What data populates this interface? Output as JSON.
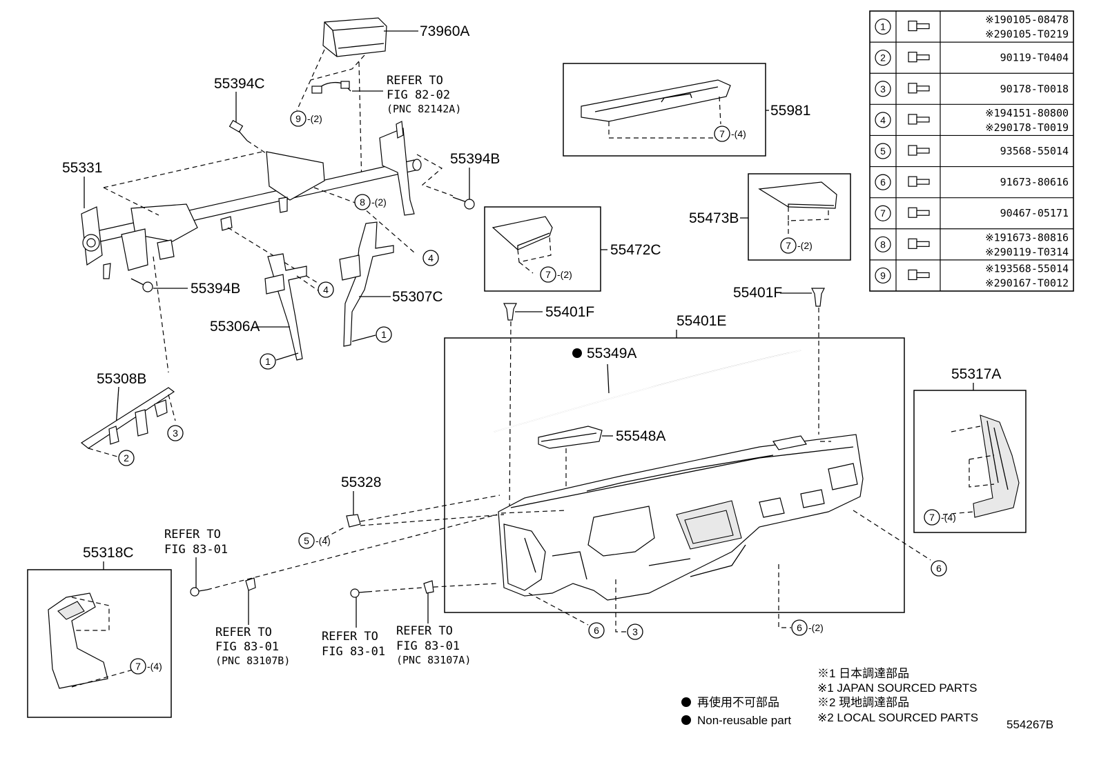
{
  "diagram_id": "554267B",
  "part_labels": {
    "p73960A": "73960A",
    "p55394C": "55394C",
    "p55331": "55331",
    "p55394B_top": "55394B",
    "p55394B_left": "55394B",
    "p55307C": "55307C",
    "p55306A": "55306A",
    "p55308B": "55308B",
    "p55981": "55981",
    "p55473B": "55473B",
    "p55472C": "55472C",
    "p55401F_left": "55401F",
    "p55401F_right": "55401F",
    "p55401E": "55401E",
    "p55349A": "55349A",
    "p55548A": "55548A",
    "p55317A": "55317A",
    "p55328": "55328",
    "p55318C": "55318C"
  },
  "references": {
    "ref_82_02": [
      "REFER TO",
      "FIG 82-02",
      "(PNC 82142A)"
    ],
    "ref_83_01_top": [
      "REFER TO",
      "FIG 83-01"
    ],
    "ref_83_01_b": [
      "REFER TO",
      "FIG 83-01",
      "(PNC 83107B)"
    ],
    "ref_83_01_mid": [
      "REFER TO",
      "FIG 83-01"
    ],
    "ref_83_01_a": [
      "REFER TO",
      "FIG 83-01",
      "(PNC 83107A)"
    ]
  },
  "callouts": {
    "c9": {
      "num": "9",
      "qty": "-(2)"
    },
    "c8": {
      "num": "8",
      "qty": "-(2)"
    },
    "c4a": {
      "num": "4",
      "qty": ""
    },
    "c4b": {
      "num": "4",
      "qty": ""
    },
    "c1a": {
      "num": "1",
      "qty": ""
    },
    "c1b": {
      "num": "1",
      "qty": ""
    },
    "c3a": {
      "num": "3",
      "qty": ""
    },
    "c2a": {
      "num": "2",
      "qty": ""
    },
    "c7_55981": {
      "num": "7",
      "qty": "-(4)"
    },
    "c7_55473": {
      "num": "7",
      "qty": "-(2)"
    },
    "c7_55472": {
      "num": "7",
      "qty": "-(2)"
    },
    "c7_55317": {
      "num": "7",
      "qty": "-(4)"
    },
    "c7_55318": {
      "num": "7",
      "qty": "-(4)"
    },
    "c5": {
      "num": "5",
      "qty": "-(4)"
    },
    "c6a": {
      "num": "6",
      "qty": ""
    },
    "c6b": {
      "num": "6",
      "qty": ""
    },
    "c6c": {
      "num": "6",
      "qty": "-(2)"
    },
    "c3b": {
      "num": "3",
      "qty": ""
    }
  },
  "fastener_table": [
    {
      "num": "1",
      "parts": [
        {
          "mark": "※1",
          "pn": "90105-08478"
        },
        {
          "mark": "※2",
          "pn": "90105-T0219"
        }
      ]
    },
    {
      "num": "2",
      "parts": [
        {
          "mark": "",
          "pn": "90119-T0404"
        }
      ]
    },
    {
      "num": "3",
      "parts": [
        {
          "mark": "",
          "pn": "90178-T0018"
        }
      ]
    },
    {
      "num": "4",
      "parts": [
        {
          "mark": "※1",
          "pn": "94151-80800"
        },
        {
          "mark": "※2",
          "pn": "90178-T0019"
        }
      ]
    },
    {
      "num": "5",
      "parts": [
        {
          "mark": "",
          "pn": "93568-55014"
        }
      ]
    },
    {
      "num": "6",
      "parts": [
        {
          "mark": "",
          "pn": "91673-80616"
        }
      ]
    },
    {
      "num": "7",
      "parts": [
        {
          "mark": "",
          "pn": "90467-05171"
        }
      ]
    },
    {
      "num": "8",
      "parts": [
        {
          "mark": "※1",
          "pn": "91673-80816"
        },
        {
          "mark": "※2",
          "pn": "90119-T0314"
        }
      ]
    },
    {
      "num": "9",
      "parts": [
        {
          "mark": "※1",
          "pn": "93568-55014"
        },
        {
          "mark": "※2",
          "pn": "90167-T0012"
        }
      ]
    }
  ],
  "legend": {
    "nonreusable_jp": "再使用不可部品",
    "nonreusable_en": "Non-reusable part",
    "note1_jp": "※1 日本調達部品",
    "note1_en": "※1 JAPAN SOURCED PARTS",
    "note2_jp": "※2 現地調達部品",
    "note2_en": "※2 LOCAL SOURCED PARTS"
  }
}
